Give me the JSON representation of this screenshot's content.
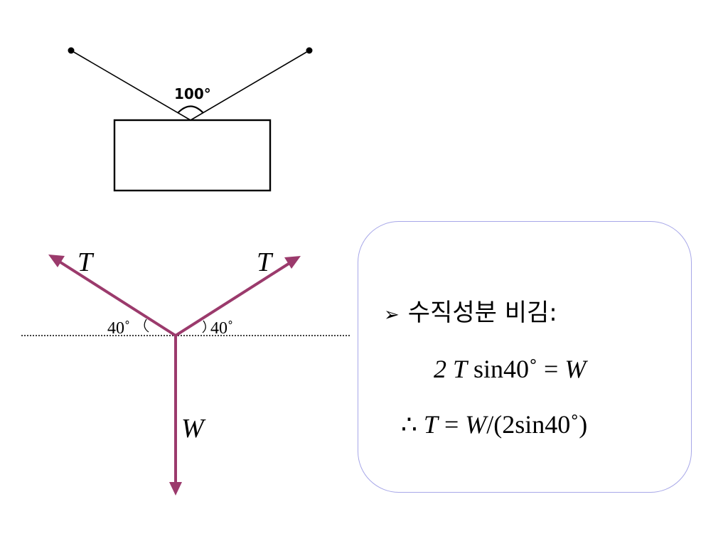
{
  "top_figure": {
    "angle_label": "100°"
  },
  "force_diagram": {
    "left_tension_label": "T",
    "right_tension_label": "T",
    "weight_label": "W",
    "left_angle_label": "40˚",
    "right_angle_label": "40˚",
    "arrow_color": "#9b3a6c"
  },
  "formula_box": {
    "heading": "수직성분 비김:",
    "equation1": {
      "coef": "2 ",
      "var": "T",
      "expr": " sin40˚ = ",
      "rhs": "W"
    },
    "equation2": {
      "therefore": "∴ ",
      "lhs": "T",
      "eq": " = ",
      "num": "W",
      "rest": "/(2sin40˚)"
    },
    "border_color": "#a7a7e8"
  }
}
